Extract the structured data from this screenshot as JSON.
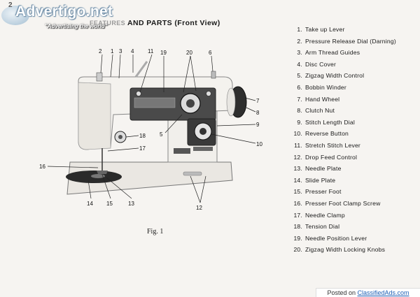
{
  "logo": {
    "brand": "Advertigo.net",
    "tagline": "\"Advertising the world\"",
    "corner_number": "2"
  },
  "heading": {
    "prefix": "FEATURES",
    "title": "AND PARTS (Front View)"
  },
  "figure_label": "Fig. 1",
  "callouts": [
    "1",
    "2",
    "3",
    "4",
    "5",
    "6",
    "7",
    "8",
    "9",
    "10",
    "11",
    "12",
    "13",
    "14",
    "15",
    "16",
    "17",
    "18",
    "19",
    "20"
  ],
  "parts": [
    {
      "num": "1.",
      "name": "Take up Lever"
    },
    {
      "num": "2.",
      "name": "Pressure Release Dial (Darning)"
    },
    {
      "num": "3.",
      "name": "Arm Thread Guides"
    },
    {
      "num": "4.",
      "name": "Disc Cover"
    },
    {
      "num": "5.",
      "name": "Zigzag Width Control"
    },
    {
      "num": "6.",
      "name": "Bobbin Winder"
    },
    {
      "num": "7.",
      "name": "Hand Wheel"
    },
    {
      "num": "8.",
      "name": "Clutch Nut"
    },
    {
      "num": "9.",
      "name": "Stitch Length Dial"
    },
    {
      "num": "10.",
      "name": "Reverse Button"
    },
    {
      "num": "11.",
      "name": "Stretch Stitch Lever"
    },
    {
      "num": "12.",
      "name": "Drop Feed Control"
    },
    {
      "num": "13.",
      "name": "Needle Plate"
    },
    {
      "num": "14.",
      "name": "Slide Plate"
    },
    {
      "num": "15.",
      "name": "Presser Foot"
    },
    {
      "num": "16.",
      "name": "Presser Foot Clamp Screw"
    },
    {
      "num": "17.",
      "name": "Needle Clamp"
    },
    {
      "num": "18.",
      "name": "Tension Dial"
    },
    {
      "num": "19.",
      "name": "Needle Position Lever"
    },
    {
      "num": "20.",
      "name": "Zigzag Width Locking Knobs"
    }
  ],
  "footer": {
    "prefix": "Posted on ",
    "site": "ClassifiedAds.com"
  }
}
